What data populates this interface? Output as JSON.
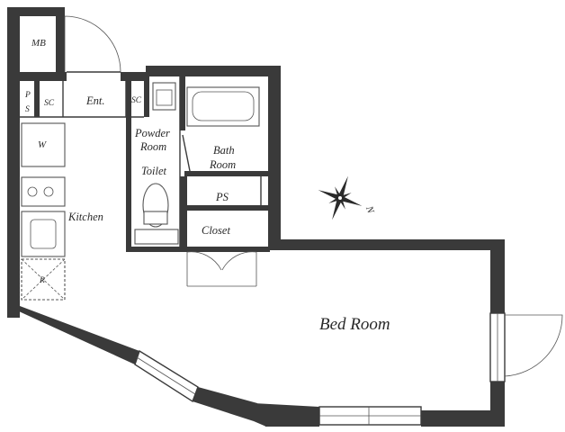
{
  "rooms": {
    "mb": "MB",
    "ps_left_top": "P",
    "ps_left_bottom": "S",
    "sc_left": "SC",
    "entrance": "Ent.",
    "sc_right": "SC",
    "washer": "W",
    "powder_room_line1": "Powder",
    "powder_room_line2": "Room",
    "toilet": "Toilet",
    "bath_room_line1": "Bath",
    "bath_room_line2": "Room",
    "ps_center": "PS",
    "kitchen": "Kitchen",
    "closet": "Closet",
    "refrigerator": "R",
    "bed_room": "Bed Room"
  },
  "compass": {
    "label": "N"
  }
}
